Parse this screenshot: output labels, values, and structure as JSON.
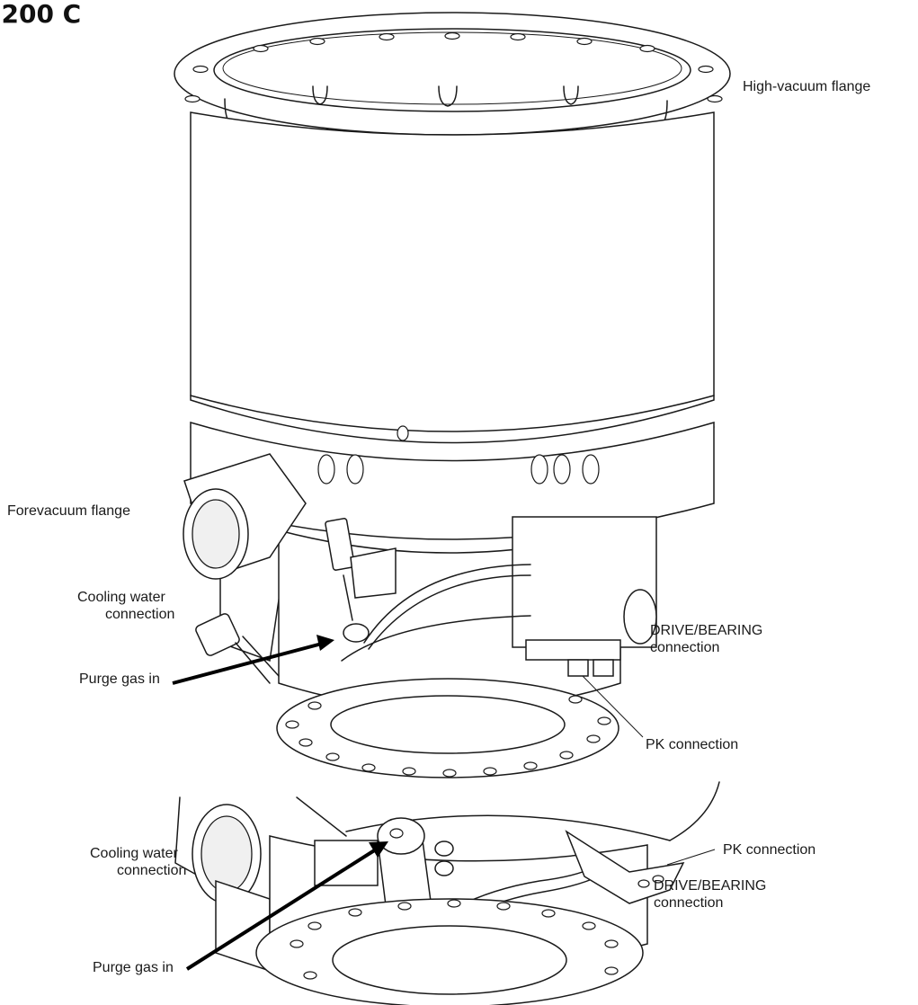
{
  "title": "2200 C",
  "labels": {
    "high_vacuum_flange": "High-vacuum flange",
    "forevacuum_flange": "Forevacuum flange",
    "cooling_water_top_1": "Cooling water",
    "cooling_water_top_2": "connection",
    "purge_gas_top": "Purge gas in",
    "drive_bearing_top_1": "DRIVE/BEARING",
    "drive_bearing_top_2": "connection",
    "pk_connection_top": "PK connection",
    "cooling_water_bottom_1": "Cooling water",
    "cooling_water_bottom_2": "connection",
    "purge_gas_bottom": "Purge gas in",
    "pk_connection_bottom": "PK connection",
    "drive_bearing_bottom_1": "DRIVE/BEARING",
    "drive_bearing_bottom_2": "connection"
  },
  "colors": {
    "line": "#1a1a1a",
    "background": "#ffffff",
    "arrow": "#000000"
  }
}
